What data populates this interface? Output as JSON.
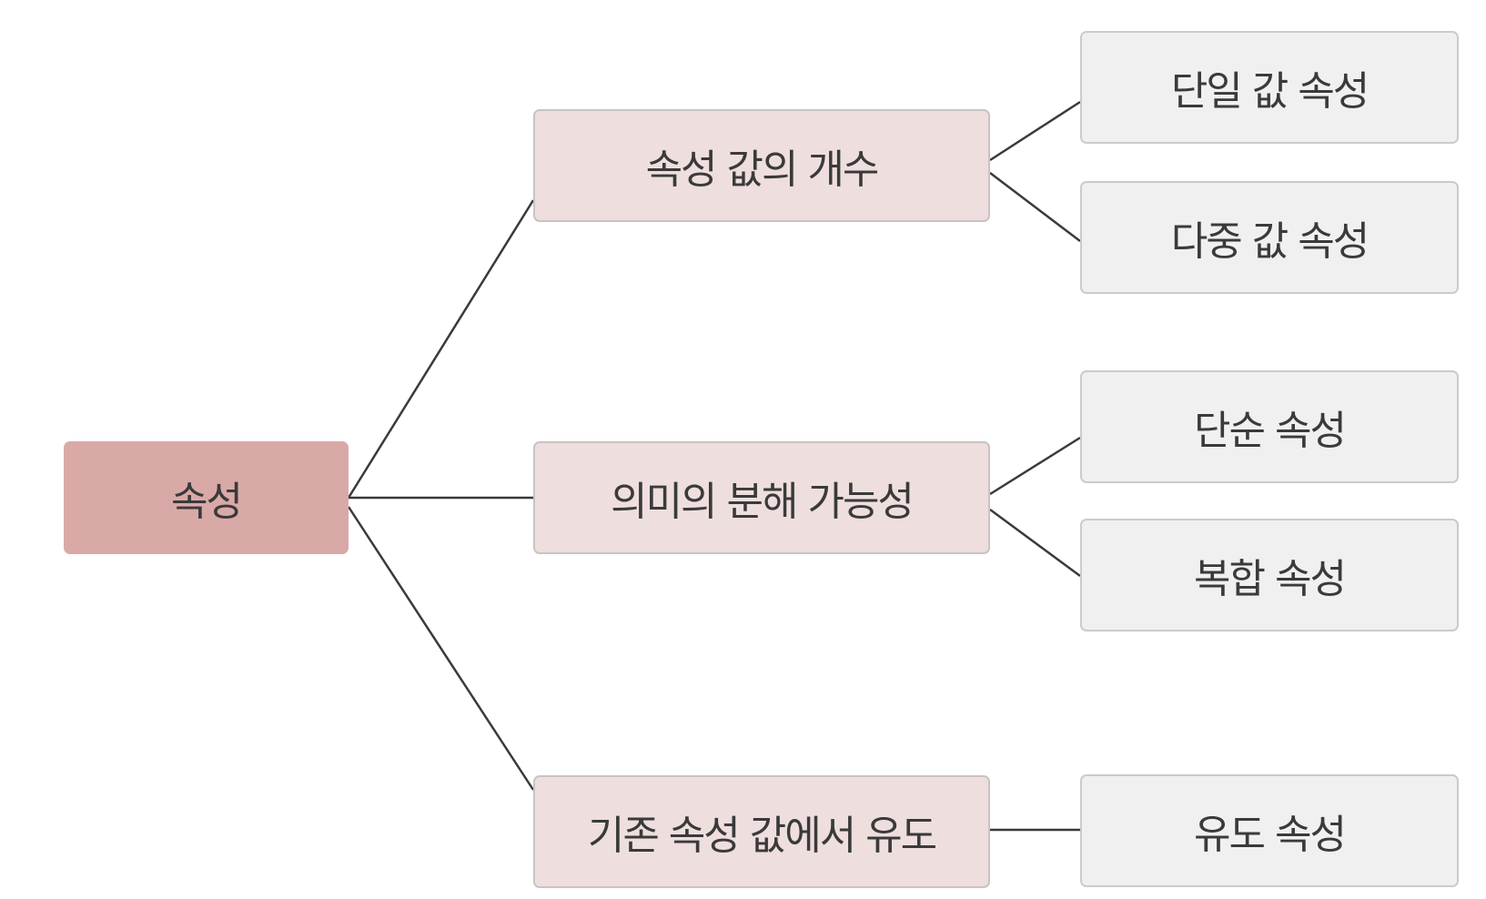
{
  "diagram": {
    "root": {
      "label": "속성"
    },
    "branches": [
      {
        "label": "속성 값의 개수",
        "leaves": [
          {
            "label": "단일 값 속성"
          },
          {
            "label": "다중 값 속성"
          }
        ]
      },
      {
        "label": "의미의 분해 가능성",
        "leaves": [
          {
            "label": "단순 속성"
          },
          {
            "label": "복합 속성"
          }
        ]
      },
      {
        "label": "기존 속성 값에서 유도",
        "leaves": [
          {
            "label": "유도 속성"
          }
        ]
      }
    ],
    "colors": {
      "root_fill": "#d9a9a8",
      "branch_fill": "#efdede",
      "leaf_fill": "#f0f0f0",
      "line": "#3a3a3a",
      "text": "#3a3a3a"
    }
  }
}
